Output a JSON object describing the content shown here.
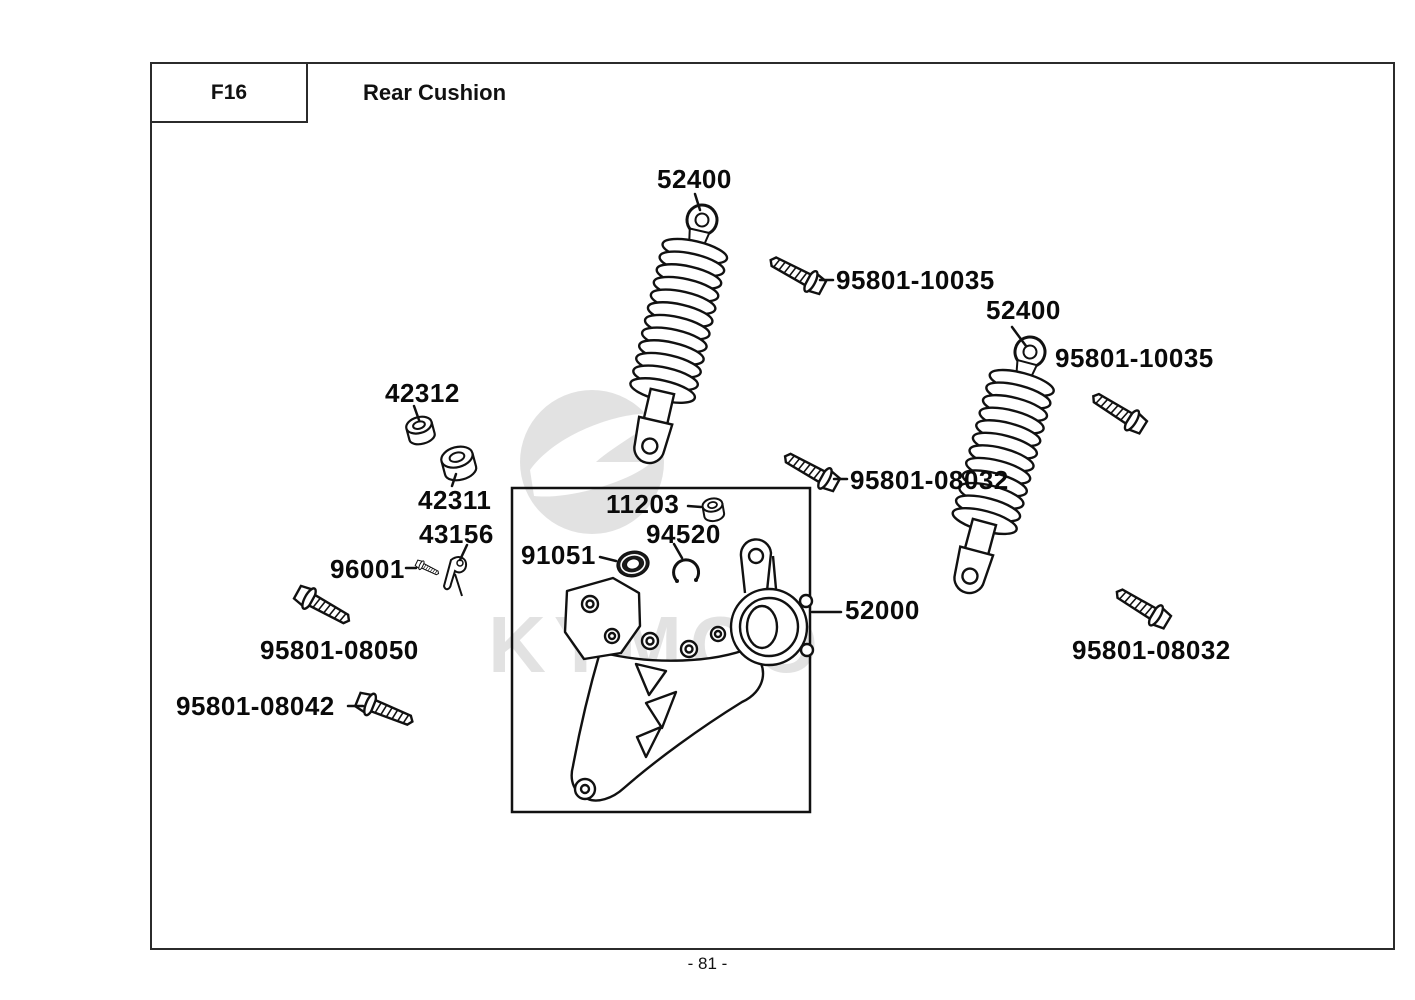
{
  "header": {
    "code": "F16",
    "title": "Rear Cushion"
  },
  "footer": {
    "page_number": "- 81 -"
  },
  "watermark": {
    "brand": "KYMCO"
  },
  "labels": {
    "shock_left": "52400",
    "shock_right": "52400",
    "bolt_10035_top": "95801-10035",
    "bolt_10035_right": "95801-10035",
    "bushing_42312": "42312",
    "bushing_42311": "42311",
    "clamp_43156": "43156",
    "screw_96001": "96001",
    "bolt_08050": "95801-08050",
    "bolt_08042": "95801-08042",
    "bolt_08032_mid": "95801-08032",
    "bolt_08032_bottom": "95801-08032",
    "bushing_11203": "11203",
    "snapring_94520": "94520",
    "bearing_91051": "91051",
    "swingarm_52000": "52000"
  }
}
